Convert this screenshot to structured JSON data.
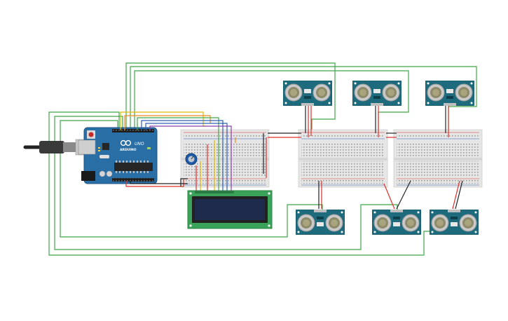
{
  "canvas": {
    "background": "#ffffff"
  },
  "arduino": {
    "logo_text": "UNO",
    "brand_text": "ARDUINO",
    "board_color": "#2a6ea6",
    "icon": "arduino-infinity-icon"
  },
  "lcd": {
    "screen_color": "#1e2b4d",
    "board_color": "#3aa35a"
  },
  "ultrasonic_sensor": {
    "board_color": "#1d6b7d",
    "count": 6,
    "icon": "ultrasonic-transducer-icon"
  },
  "breadboard": {
    "count": 3,
    "body_color": "#e6e6e6"
  },
  "potentiometer": {
    "knob_color": "#1f5aa8",
    "icon": "potentiometer-knob-icon"
  },
  "wire_colors": {
    "green": "#3fa648",
    "red": "#e0302a",
    "black": "#222222",
    "yellow": "#e6b800",
    "orange": "#f08a1c",
    "blue": "#2c5fb8",
    "purple": "#8a3fb0"
  }
}
